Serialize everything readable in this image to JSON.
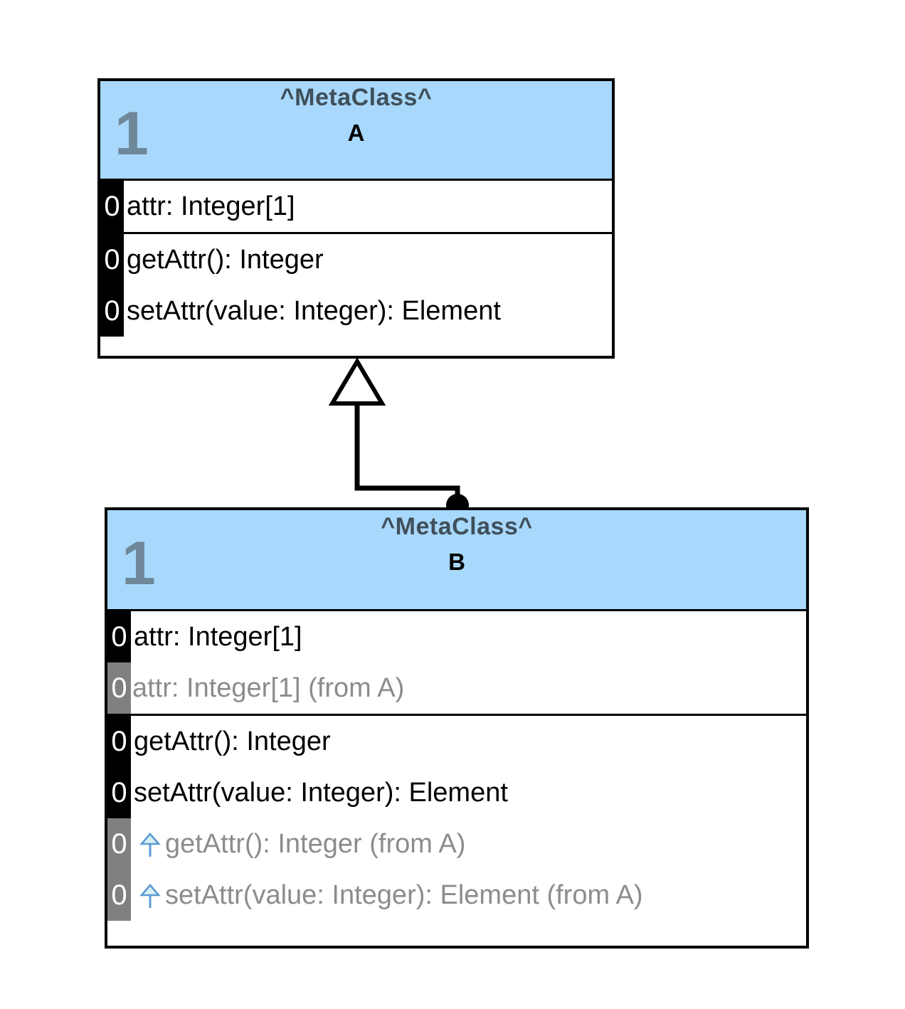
{
  "diagram": {
    "type": "uml-class-diagram",
    "background": "#ffffff",
    "header_fill": "#a8d8fb",
    "border_color": "#000000",
    "stereotype_color": "#3f4f5a",
    "watermark_color": "#6e8799",
    "inherited_text_color": "#8c8c8c",
    "inherited_marker_color": "#808080",
    "owned_marker_color": "#000000",
    "generalization_icon_color": "#5b9bd5"
  },
  "classes": [
    {
      "id": "A",
      "watermark": "1",
      "stereotype": "^MetaClass^",
      "name": "A",
      "attributes": [
        {
          "marker": "0",
          "label": "attr: Integer[1]",
          "inherited": false,
          "icon": null
        }
      ],
      "operations": [
        {
          "marker": "0",
          "label": "getAttr(): Integer",
          "inherited": false,
          "icon": null
        },
        {
          "marker": "0",
          "label": "setAttr(value: Integer): Element",
          "inherited": false,
          "icon": null
        }
      ]
    },
    {
      "id": "B",
      "watermark": "1",
      "stereotype": "^MetaClass^",
      "name": "B",
      "attributes": [
        {
          "marker": "0",
          "label": "attr: Integer[1]",
          "inherited": false,
          "icon": null
        },
        {
          "marker": "0",
          "label": "attr: Integer[1] (from A)",
          "inherited": true,
          "icon": null
        }
      ],
      "operations": [
        {
          "marker": "0",
          "label": "getAttr(): Integer",
          "inherited": false,
          "icon": null
        },
        {
          "marker": "0",
          "label": "setAttr(value: Integer): Element",
          "inherited": false,
          "icon": null
        },
        {
          "marker": "0",
          "label": "getAttr(): Integer (from A)",
          "inherited": true,
          "icon": "generalization-arrow-icon"
        },
        {
          "marker": "0",
          "label": "setAttr(value: Integer): Element (from A)",
          "inherited": true,
          "icon": "generalization-arrow-icon"
        }
      ]
    }
  ],
  "relationship": {
    "kind": "generalization",
    "source": "B",
    "target": "A",
    "source_end_marker": "filled-circle",
    "target_end_marker": "hollow-triangle"
  }
}
